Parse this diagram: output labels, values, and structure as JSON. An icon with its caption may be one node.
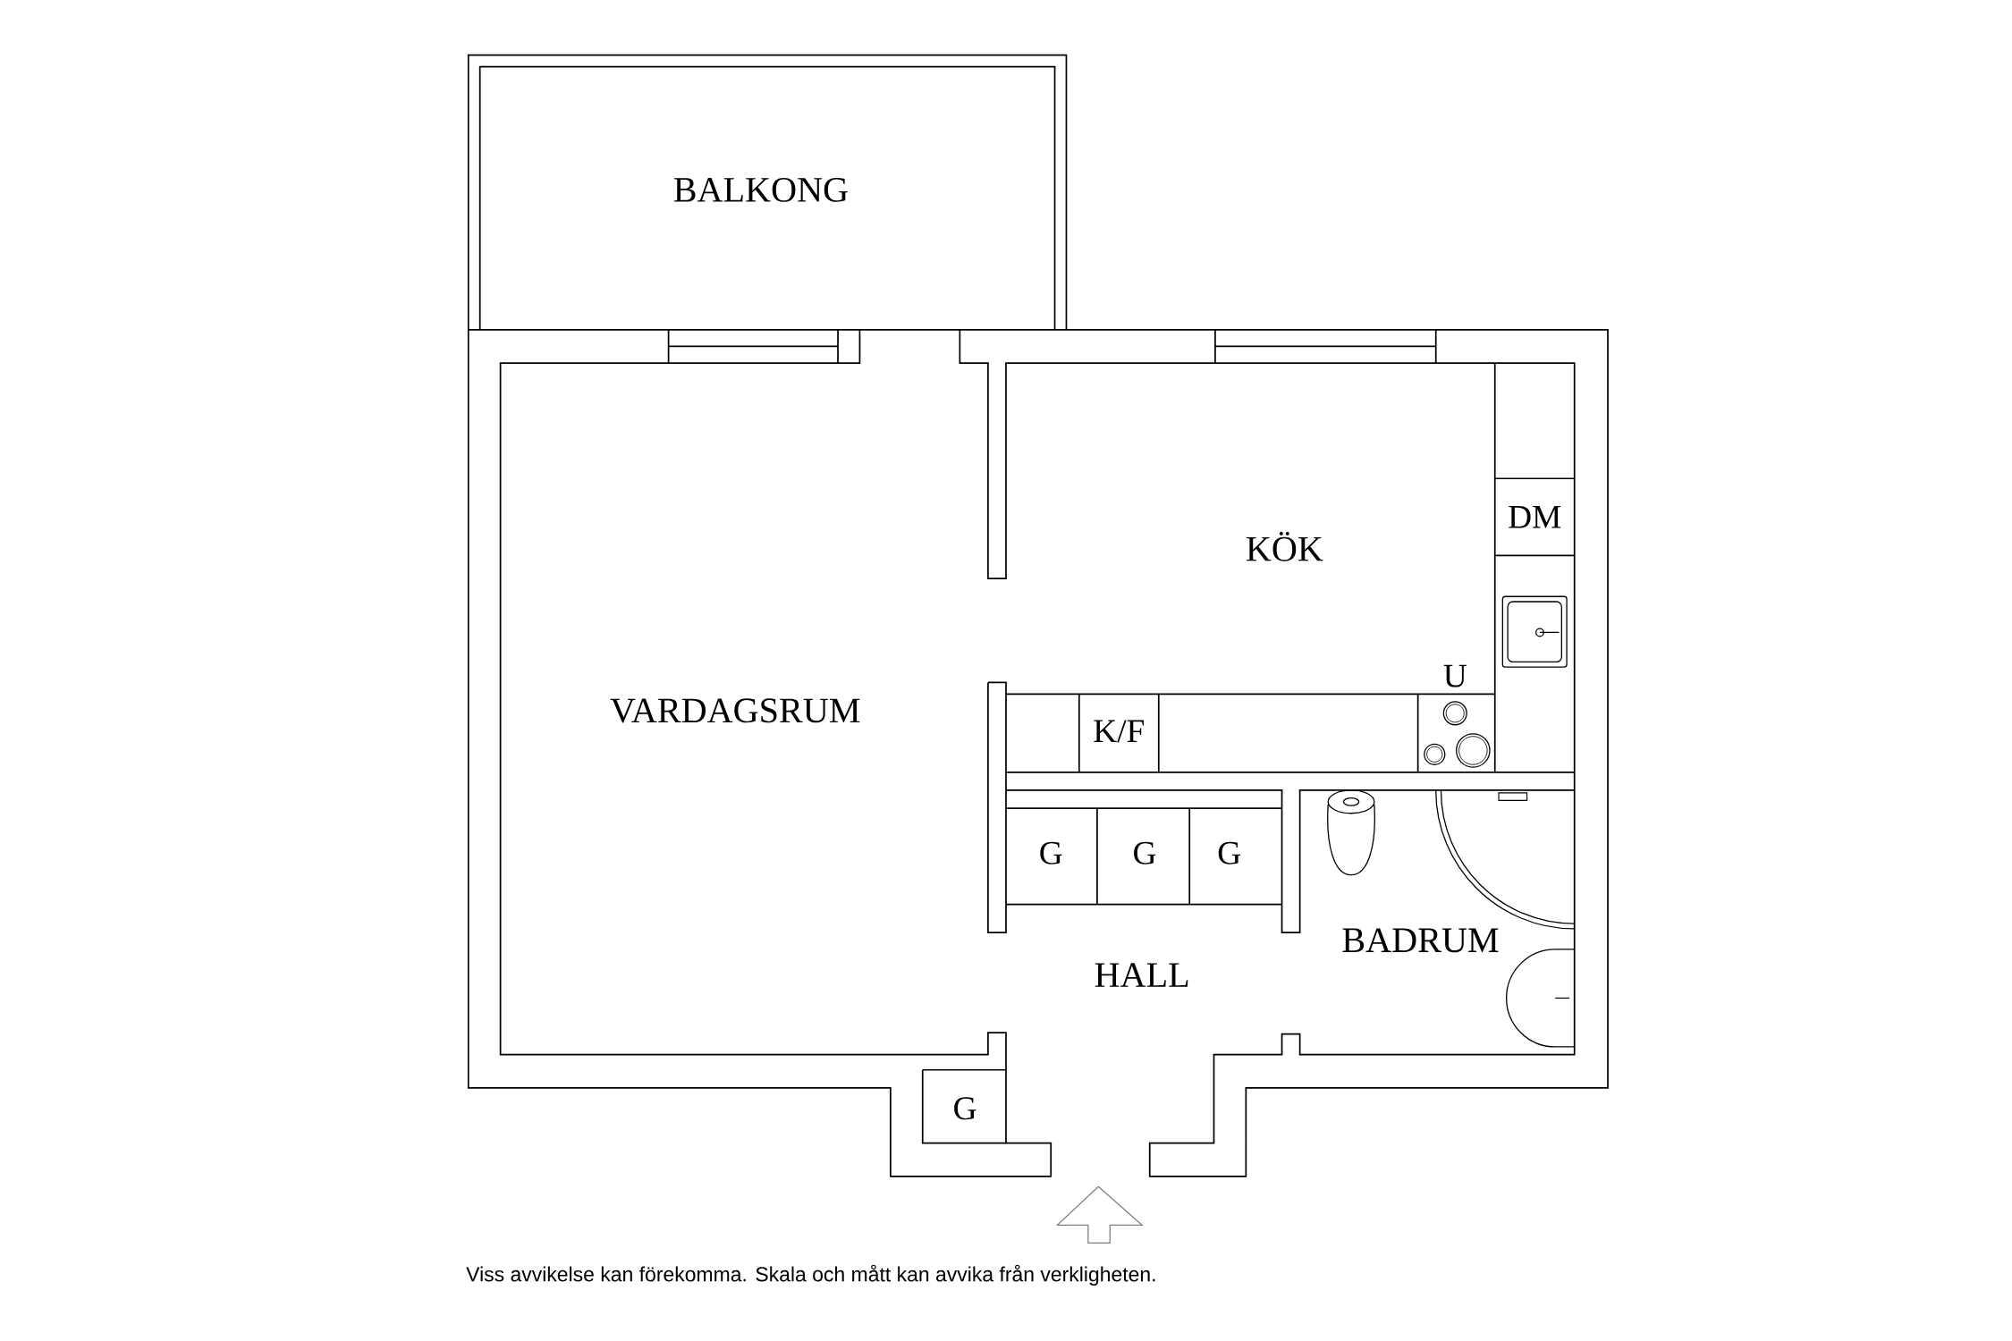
{
  "diagram": {
    "caption": "Viss avvikelse kan förekomma. Skala och mått kan avvika från verkligheten.",
    "labels": [
      "BALKONG",
      "KÖK",
      "DM",
      "VARDAGSRUM",
      "U",
      "K/F",
      "G",
      "G",
      "G",
      "BADRUM",
      "HALL",
      "G"
    ]
  }
}
